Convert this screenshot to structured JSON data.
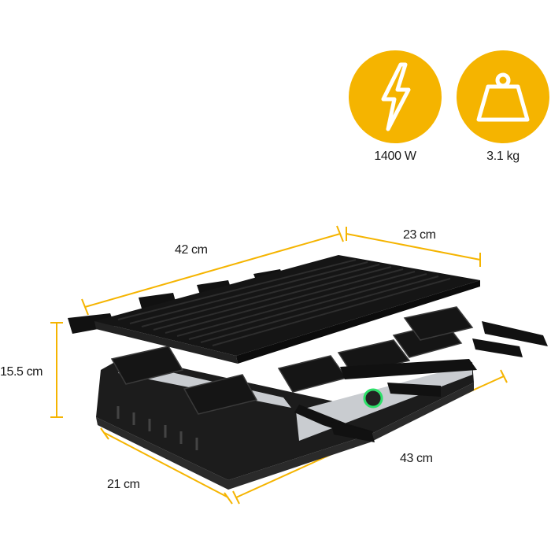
{
  "specs": {
    "power": {
      "label": "1400 W",
      "icon": "lightning-bolt-icon"
    },
    "weight": {
      "label": "3.1 kg",
      "icon": "weight-icon"
    }
  },
  "dimensions": {
    "grill_plate_length": "42 cm",
    "grill_plate_width": "23 cm",
    "height": "15.5 cm",
    "base_length": "43 cm",
    "base_width": "21 cm"
  },
  "colors": {
    "accent": "#f5b400",
    "product": "#1c1c1c",
    "steel": "#c9ccd0",
    "indicator": "#2ee06a"
  }
}
